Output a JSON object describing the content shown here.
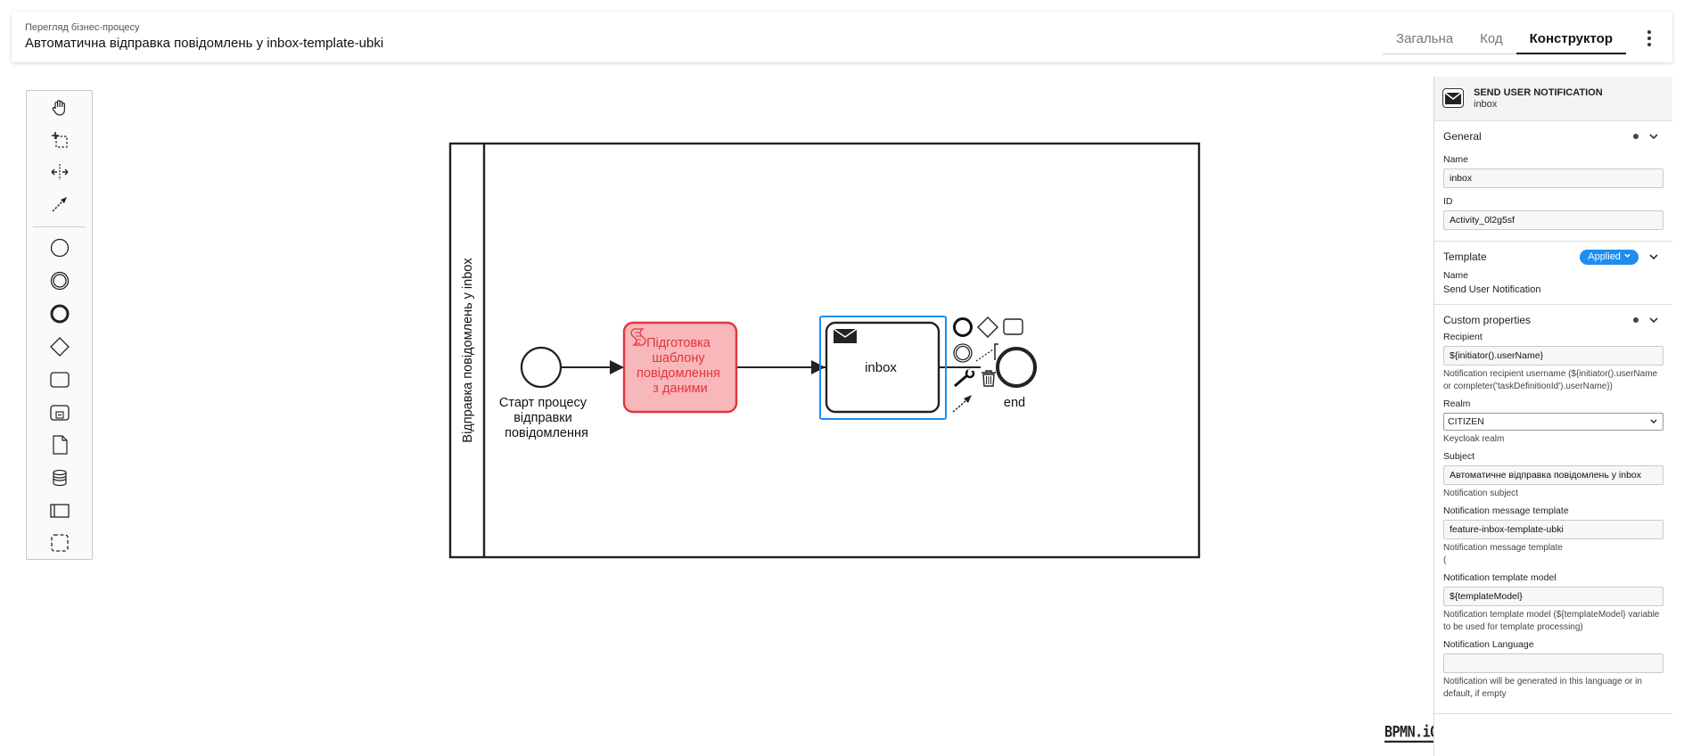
{
  "header": {
    "subtitle": "Перегляд бізнес-процесу",
    "title": "Автоматична відправка повідомлень у inbox-template-ubki",
    "tabs": [
      {
        "label": "Загальна"
      },
      {
        "label": "Код"
      },
      {
        "label": "Конструктор"
      }
    ]
  },
  "palette": {
    "tools": [
      "hand-tool",
      "lasso-tool",
      "space-tool",
      "global-connect-tool"
    ],
    "elements": [
      "start-event",
      "intermediate-event",
      "end-event",
      "gateway",
      "task",
      "subprocess",
      "data-object",
      "data-store",
      "pool",
      "group"
    ]
  },
  "diagram": {
    "lane_label": "Відправка повідомлень у inbox",
    "start_label_lines": [
      "Старт процесу",
      "відправки",
      "повідомлення"
    ],
    "script_task_lines": [
      "Підготовка",
      "шаблону",
      "повідомлення",
      "з даними"
    ],
    "send_task_label": "inbox",
    "end_label": "end"
  },
  "brand": {
    "bpmn_logo": "BPMN.iO"
  },
  "panel": {
    "element_type": "SEND USER NOTIFICATION",
    "element_name": "inbox",
    "general": {
      "title": "General",
      "name_label": "Name",
      "name_value": "inbox",
      "id_label": "ID",
      "id_value": "Activity_0l2g5sf"
    },
    "template": {
      "title": "Template",
      "badge": "Applied",
      "name_label": "Name",
      "name_value": "Send User Notification"
    },
    "custom": {
      "title": "Custom properties",
      "recipient_label": "Recipient",
      "recipient_value": "${initiator().userName}",
      "recipient_desc": "Notification recipient username (${initiator().userName or completer('taskDefinitionId').userName})",
      "realm_label": "Realm",
      "realm_value": "CITIZEN",
      "realm_desc": "Keycloak realm",
      "subject_label": "Subject",
      "subject_value": "Автоматичне відправка повідомлень у inbox",
      "subject_desc": "Notification subject",
      "msg_template_label": "Notification message template",
      "msg_template_value": "feature-inbox-template-ubki",
      "msg_template_desc": "Notification message template",
      "msg_template_desc2": "(",
      "model_label": "Notification template model",
      "model_value": "${templateModel}",
      "model_desc": "Notification template model (${templateModel} variable to be used for template processing)",
      "lang_label": "Notification Language",
      "lang_value": "",
      "lang_desc": "Notification will be generated in this language or in default, if empty"
    }
  },
  "colors": {
    "selection": "#1d8ef0",
    "script_fill": "#f8b7bb",
    "script_stroke": "#e3343d",
    "badge": "#1d8ef0"
  }
}
